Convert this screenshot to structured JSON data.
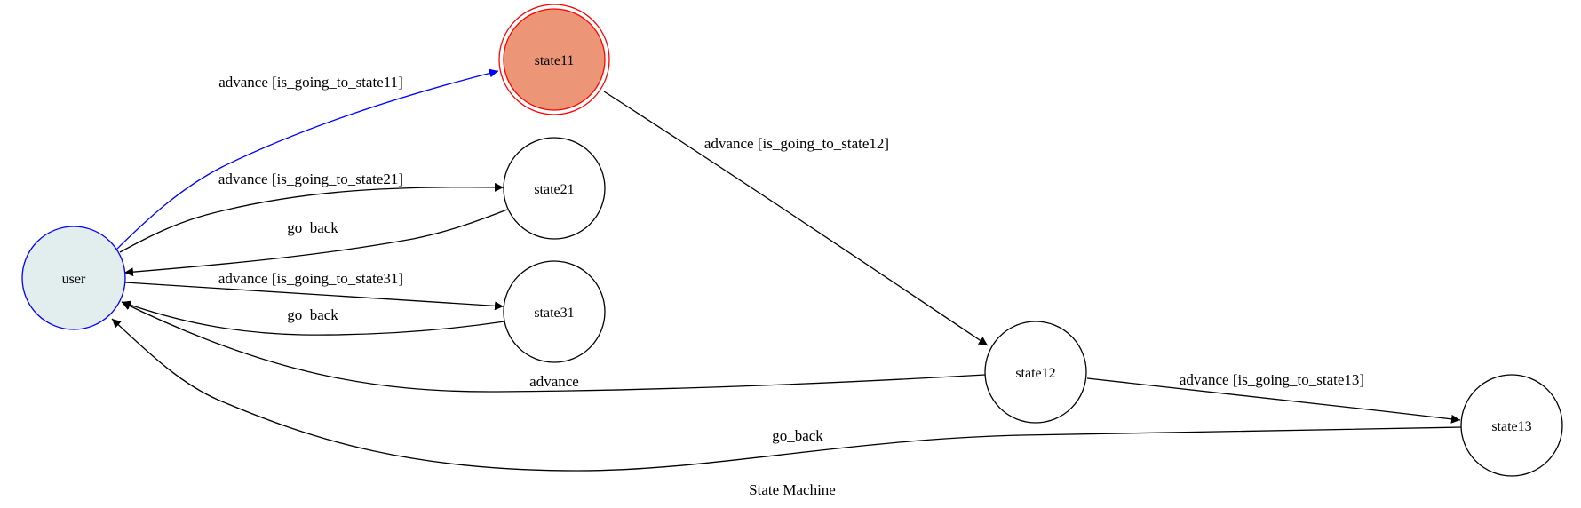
{
  "diagram": {
    "caption": "State Machine",
    "colors": {
      "default_stroke": "#000000",
      "highlight_edge": "#0000ff",
      "user_fill": "#e2eeed",
      "user_stroke": "#0000ff",
      "active_fill": "#ec9677",
      "active_stroke": "#ff0000",
      "node_fill": "#ffffff"
    },
    "nodes": [
      {
        "id": "user",
        "label": "user",
        "style": "initial"
      },
      {
        "id": "state11",
        "label": "state11",
        "style": "active"
      },
      {
        "id": "state21",
        "label": "state21",
        "style": "normal"
      },
      {
        "id": "state31",
        "label": "state31",
        "style": "normal"
      },
      {
        "id": "state12",
        "label": "state12",
        "style": "normal"
      },
      {
        "id": "state13",
        "label": "state13",
        "style": "normal"
      }
    ],
    "edges": [
      {
        "from": "user",
        "to": "state11",
        "label": "advance [is_going_to_state11]",
        "highlight": true
      },
      {
        "from": "user",
        "to": "state21",
        "label": "advance [is_going_to_state21]"
      },
      {
        "from": "state21",
        "to": "user",
        "label": "go_back"
      },
      {
        "from": "user",
        "to": "state31",
        "label": "advance [is_going_to_state31]"
      },
      {
        "from": "state31",
        "to": "user",
        "label": "go_back"
      },
      {
        "from": "state11",
        "to": "state12",
        "label": "advance [is_going_to_state12]"
      },
      {
        "from": "state12",
        "to": "user",
        "label": "advance"
      },
      {
        "from": "state12",
        "to": "state13",
        "label": "advance [is_going_to_state13]"
      },
      {
        "from": "state13",
        "to": "user",
        "label": "go_back"
      }
    ]
  }
}
